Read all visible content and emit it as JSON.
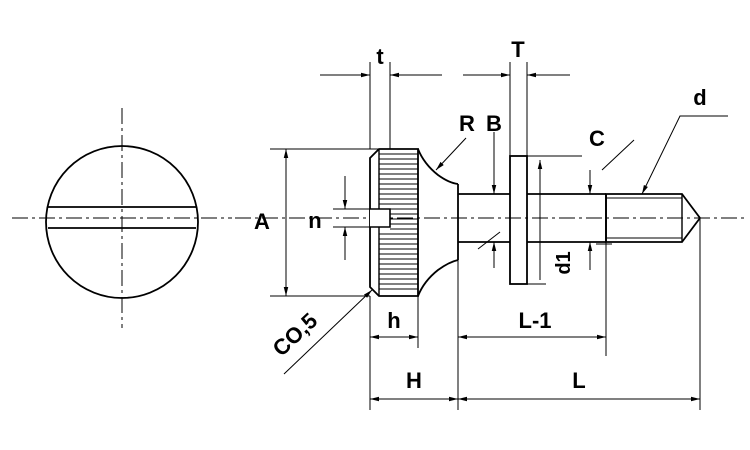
{
  "labels": {
    "t": "t",
    "T": "T",
    "d": "d",
    "R": "R",
    "B": "B",
    "C": "C",
    "A": "A",
    "n": "n",
    "d1": "d1",
    "co5": "CO,5",
    "h": "h",
    "L1": "L-1",
    "H": "H",
    "L": "L"
  }
}
